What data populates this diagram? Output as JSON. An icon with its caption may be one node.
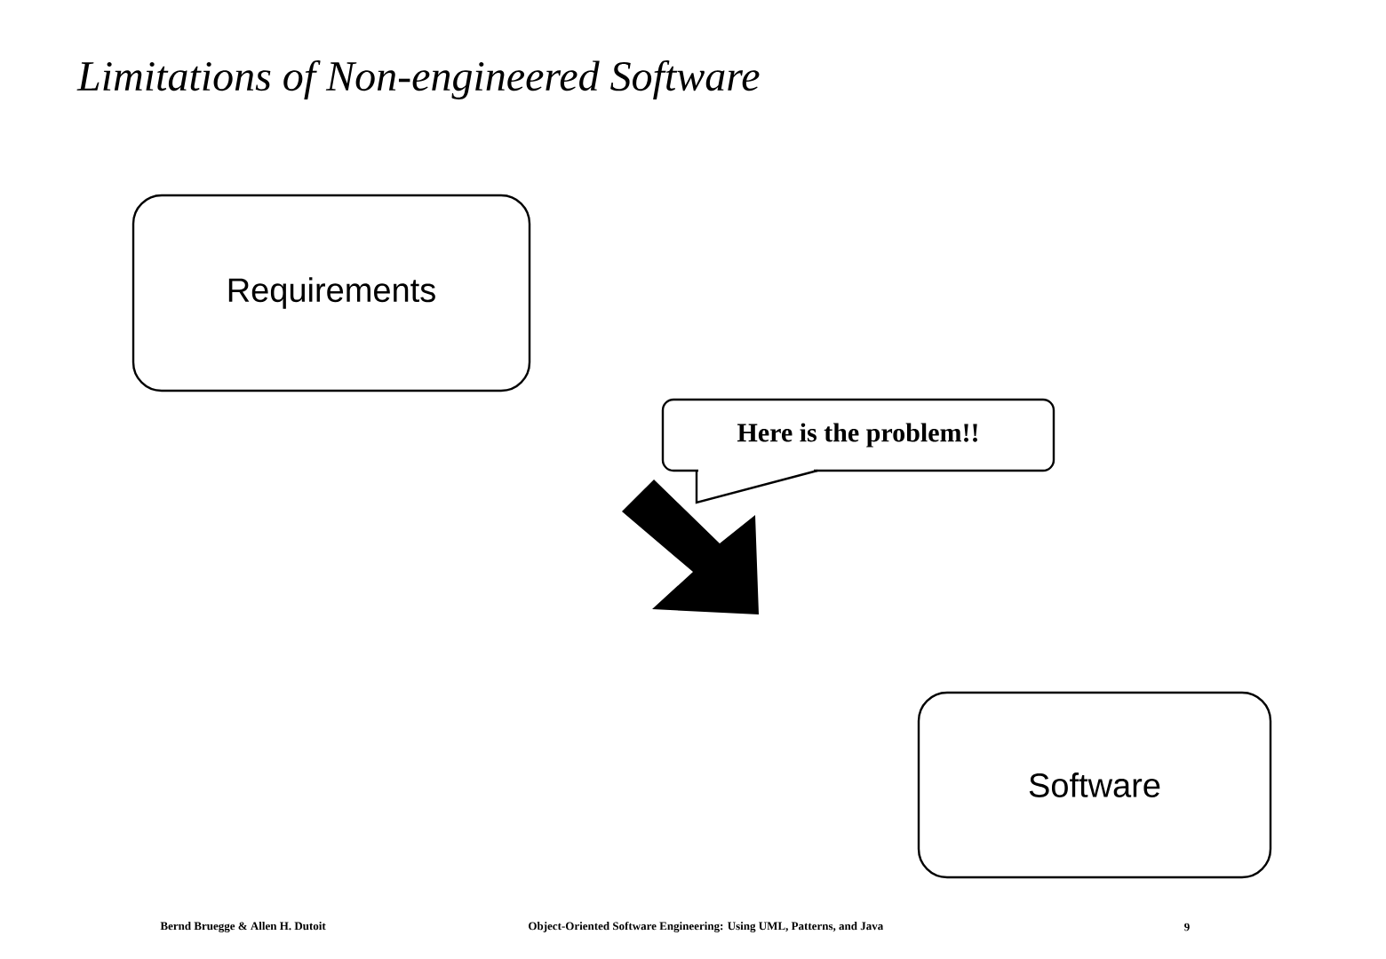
{
  "diagram": {
    "title": "Limitations of Non-engineered Software",
    "nodes": [
      {
        "text": [
          "Requirements"
        ]
      },
      {
        "text": [
          "Here is the problem!!"
        ]
      },
      {
        "text": [],
        "shape": "arrow"
      },
      {
        "text": [
          "Software"
        ]
      }
    ],
    "labels": [
      "Bernd Bruegge & Allen H. Dutoit",
      "Object-Oriented Software Engineering: Using UML, Patterns, and Java",
      "9"
    ]
  }
}
